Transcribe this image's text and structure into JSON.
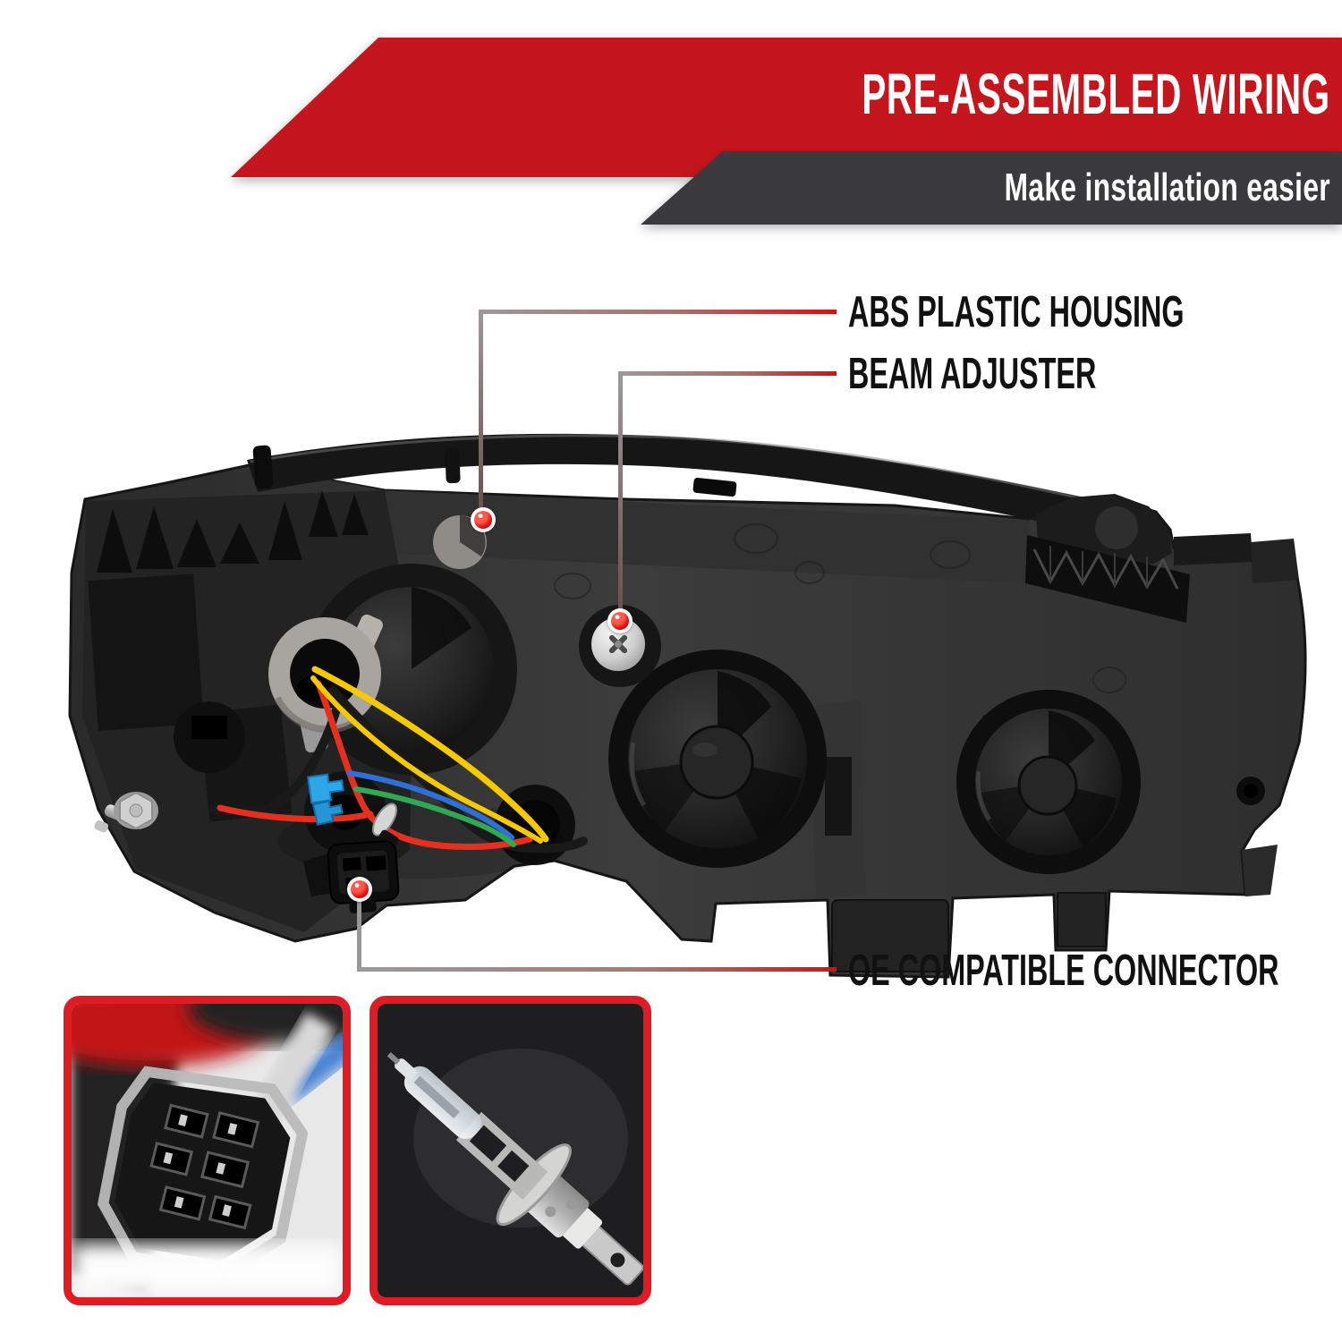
{
  "header": {
    "title": "PRE-ASSEMBLED WIRING",
    "subtitle": "Make installation easier"
  },
  "callouts": [
    {
      "id": "abs",
      "label": "ABS PLASTIC HOUSING"
    },
    {
      "id": "beam",
      "label": "BEAM ADJUSTER"
    },
    {
      "id": "oe",
      "label": "OE COMPATIBLE CONNECTOR"
    }
  ],
  "colors": {
    "banner_red": "#c6161d",
    "banner_dark": "#3a393b",
    "leader_red": "#cf1414",
    "leader_gray": "#9a9a9a",
    "label_text": "#111111",
    "inset_border": "#e01b23",
    "wire_yellow": "#f6c900",
    "wire_red": "#e5301f",
    "wire_blue": "#2f6fd8",
    "wire_green": "#2faa52"
  },
  "images": {
    "product": "headlight-rear-housing-photo",
    "inset_connector": "oe-connector-closeup-photo",
    "inset_bulb": "h1-halogen-bulb-photo"
  }
}
